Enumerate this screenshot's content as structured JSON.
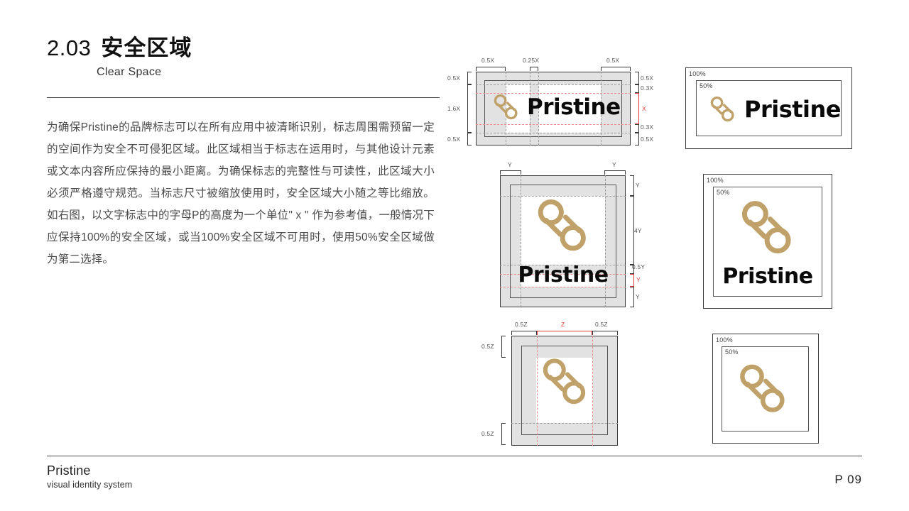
{
  "header": {
    "section_number": "2.03",
    "title_cn": "安全区域",
    "title_en": "Clear Space"
  },
  "body": {
    "paragraph": "为确保Pristine的品牌标志可以在所有应用中被清晰识别，标志周围需预留一定的空间作为安全不可侵犯区域。此区域相当于标志在运用时，与其他设计元素或文本内容所应保持的最小距离。为确保标志的完整性与可读性，此区域大小必须严格遵守规范。当标志尺寸被缩放使用时，安全区域大小随之等比缩放。如右图，以文字标志中的字母P的高度为一个单位\" x \" 作为参考值，一般情况下应保持100%的安全区域，或当100%安全区域不可用时，使用50%安全区域做为第二选择。"
  },
  "brand": {
    "wordmark": "Pristine",
    "gold": "#BFA169",
    "black": "#0A0A0A",
    "red_guide": "#E23B3B",
    "band_gray": "#E2E2E2"
  },
  "diagrams": {
    "horizontal_spec": {
      "name": "horizontal-lockup-clearspace",
      "top_labels": [
        "0.5X",
        "0.25X",
        "0.5X"
      ],
      "left_labels": [
        "0.5X",
        "1.6X",
        "0.5X"
      ],
      "right_labels": [
        "0.5X",
        "0.3X",
        "X",
        "0.3X",
        "0.5X"
      ],
      "unit": "X",
      "wordmark": "Pristine"
    },
    "vertical_spec": {
      "name": "vertical-lockup-clearspace",
      "top_labels": [
        "Y",
        "Y"
      ],
      "right_labels": [
        "Y",
        "4Y",
        "0.5Y",
        "Y",
        "Y"
      ],
      "unit": "Y",
      "wordmark": "Pristine"
    },
    "mark_spec": {
      "name": "symbol-only-clearspace",
      "top_labels": [
        "0.5Z",
        "Z",
        "0.5Z"
      ],
      "left_labels": [
        "0.5Z",
        "0.5Z"
      ],
      "unit": "Z"
    },
    "examples": {
      "outer_label": "100%",
      "inner_label": "50%",
      "horizontal": {
        "name": "horizontal-lockup-example",
        "wordmark": "Pristine"
      },
      "vertical": {
        "name": "vertical-lockup-example",
        "wordmark": "Pristine"
      },
      "symbol": {
        "name": "symbol-only-example"
      }
    }
  },
  "footer": {
    "brand": "Pristine",
    "subtitle": "visual identity system",
    "page": "P  09"
  }
}
